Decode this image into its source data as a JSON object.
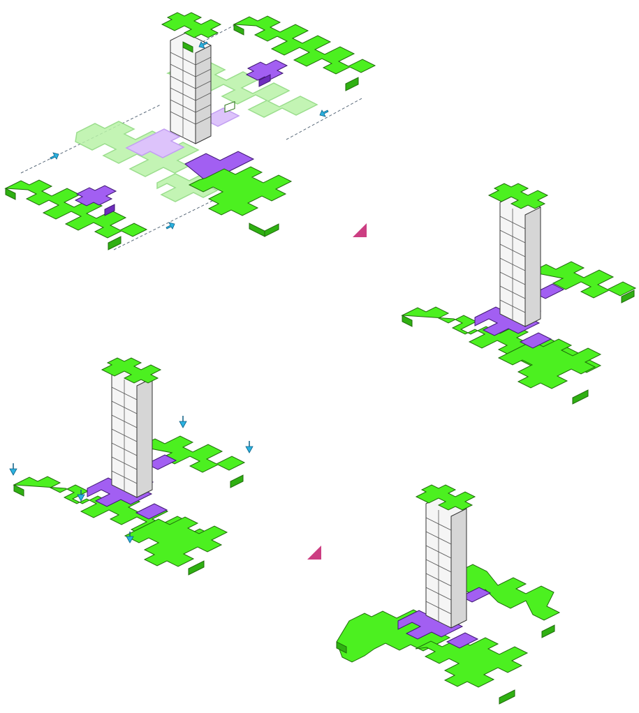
{
  "page": {
    "type": "instruction-illustration",
    "background": "#ffffff"
  },
  "colors": {
    "green_top": "#4cf020",
    "green_side": "#2fb012",
    "green_dark": "#1e7a0c",
    "ghost_green": "#b6f5a2",
    "purple_top": "#a25ff2",
    "purple_side": "#6e2dbd",
    "ghost_purple": "#d8b9fb",
    "white_top": "#ffffff",
    "white_side": "#d8d8d8",
    "white_edge": "#444444",
    "arrow": "#2bb2e0",
    "step_marker": "#cc3e82"
  },
  "icons": {
    "next_step": "magenta-triangle",
    "move_arrow": "cyan-arrow"
  },
  "steps": [
    {
      "id": "step-1",
      "state": "exploded",
      "arrows": 4
    },
    {
      "id": "step-2",
      "state": "assembled-flat",
      "arrows": 0
    },
    {
      "id": "step-3",
      "state": "press-down",
      "arrows": 5
    },
    {
      "id": "step-4",
      "state": "folded",
      "arrows": 0
    }
  ]
}
